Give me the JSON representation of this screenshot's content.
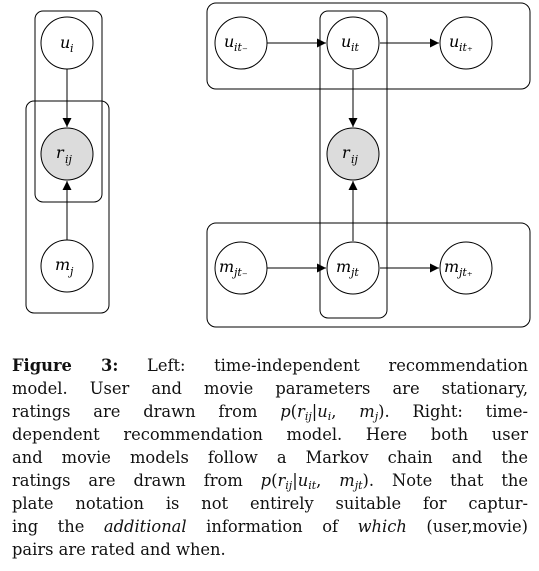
{
  "figure": {
    "left_model": {
      "nodes": [
        {
          "id": "u",
          "base": "u",
          "sub": "i",
          "observed": false
        },
        {
          "id": "r",
          "base": "r",
          "sub": "ij",
          "observed": true
        },
        {
          "id": "m",
          "base": "m",
          "sub": "j",
          "observed": false
        }
      ]
    },
    "right_model": {
      "nodes": [
        {
          "id": "u_prev",
          "base": "u",
          "sub": "it₋",
          "observed": false
        },
        {
          "id": "u_cur",
          "base": "u",
          "sub": "it",
          "observed": false
        },
        {
          "id": "u_next",
          "base": "u",
          "sub": "it₊",
          "observed": false
        },
        {
          "id": "r",
          "base": "r",
          "sub": "ij",
          "observed": true
        },
        {
          "id": "m_prev",
          "base": "m",
          "sub": "jt₋",
          "observed": false
        },
        {
          "id": "m_cur",
          "base": "m",
          "sub": "jt",
          "observed": false
        },
        {
          "id": "m_next",
          "base": "m",
          "sub": "jt₊",
          "observed": false
        }
      ]
    },
    "colors": {
      "observed_fill": "#dcdcdc",
      "node_fill": "#ffffff",
      "stroke": "#000000"
    }
  },
  "caption": {
    "lines": [
      [
        "Figure 3:",
        " Left: time-independent recommendation"
      ],
      [
        "model. User and movie parameters are stationary,"
      ],
      [
        "ratings are drawn from ",
        "p(r_ij|u_i, m_j)",
        ". Right: time-"
      ],
      [
        "dependent recommendation model. Here both user"
      ],
      [
        "and movie models follow a Markov chain and the"
      ],
      [
        "ratings are drawn from ",
        "p(r_ij|u_it, m_jt)",
        ". Note that the"
      ],
      [
        "plate notation is not entirely suitable for captur-"
      ],
      [
        "ing the ",
        "additional",
        " information of ",
        "which",
        " (user,movie)"
      ],
      [
        "pairs are rated and when."
      ]
    ],
    "label": "Figure 3:",
    "l1": " Left: time-independent recommendation",
    "l2": "model. User and movie parameters are stationary,",
    "l3a": "ratings are drawn from ",
    "l3_p": "p",
    "l3_open": "(",
    "l3_r": "r",
    "l3_rsub": "ij",
    "l3_bar": "|",
    "l3_u": "u",
    "l3_usub": "i",
    "l3_comma": ", ",
    "l3_m": "m",
    "l3_msub": "j",
    "l3_close": ")",
    "l3b": ".  Right:  time-",
    "l4": "dependent recommendation model. Here both user",
    "l5": "and movie models follow a Markov chain and the",
    "l6a": "ratings are drawn from ",
    "l6_p": "p",
    "l6_open": "(",
    "l6_r": "r",
    "l6_rsub": "ij",
    "l6_bar": "|",
    "l6_u": "u",
    "l6_usub": "it",
    "l6_comma": ", ",
    "l6_m": "m",
    "l6_msub": "jt",
    "l6_close": ")",
    "l6b": ". Note that the",
    "l7": "plate notation is not entirely suitable for captur-",
    "l8a": "ing the ",
    "l8_em1": "additional",
    "l8b": " information of ",
    "l8_em2": "which",
    "l8c": " (user,movie)",
    "l9": "pairs are rated and when."
  }
}
